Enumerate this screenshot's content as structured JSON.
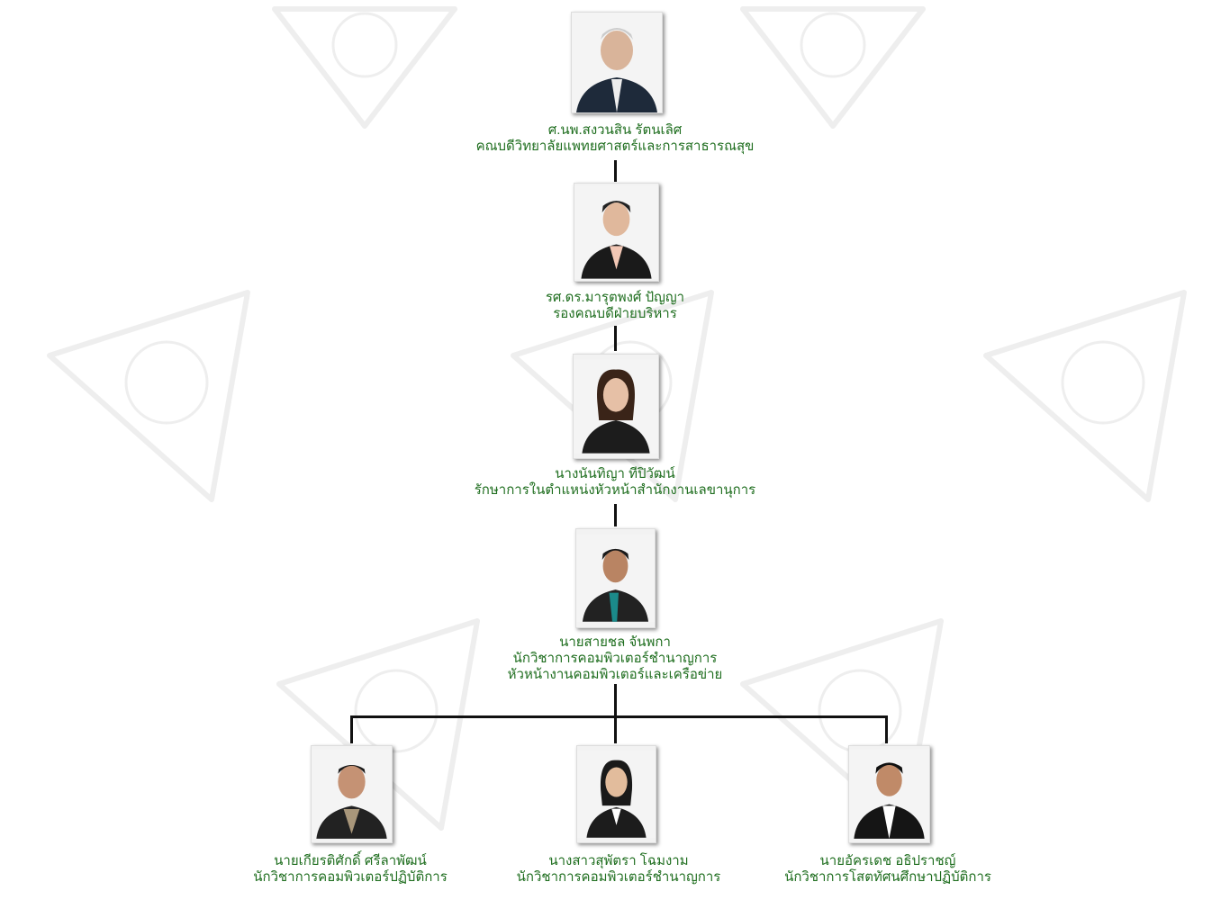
{
  "colors": {
    "text": "#1f6e1f",
    "line": "#111111"
  },
  "watermark": {
    "icon": "university-seal-watermark"
  },
  "people": [
    {
      "name": "ศ.นพ.สงวนสิน รัตนเลิศ",
      "titles": [
        "คณบดีวิทยาลัยแพทยศาสตร์และการสาธารณสุข"
      ]
    },
    {
      "name": "รศ.ดร.มารุตพงศ์ ปัญญา",
      "titles": [
        "รองคณบดีฝ่ายบริหาร"
      ]
    },
    {
      "name": "นางนันทิญา ทีปิวัฒน์",
      "titles": [
        "รักษาการในตำแหน่งหัวหน้าสำนักงานเลขานุการ"
      ]
    },
    {
      "name": "นายสายชล จันพกา",
      "titles": [
        "นักวิชาการคอมพิวเตอร์ชำนาญการ",
        "หัวหน้างานคอมพิวเตอร์และเครือข่าย"
      ]
    },
    {
      "name": "นายเกียรติศักดิ์ ศรีลาพัฒน์",
      "titles": [
        "นักวิชาการคอมพิวเตอร์ปฏิบัติการ"
      ]
    },
    {
      "name": "นางสาวสุพัตรา โฉมงาม",
      "titles": [
        "นักวิชาการคอมพิวเตอร์ชำนาญการ"
      ]
    },
    {
      "name": "นายอัครเดช อธิปราชญ์",
      "titles": [
        "นักวิชาการโสตทัศนศึกษาปฏิบัติการ"
      ]
    }
  ]
}
